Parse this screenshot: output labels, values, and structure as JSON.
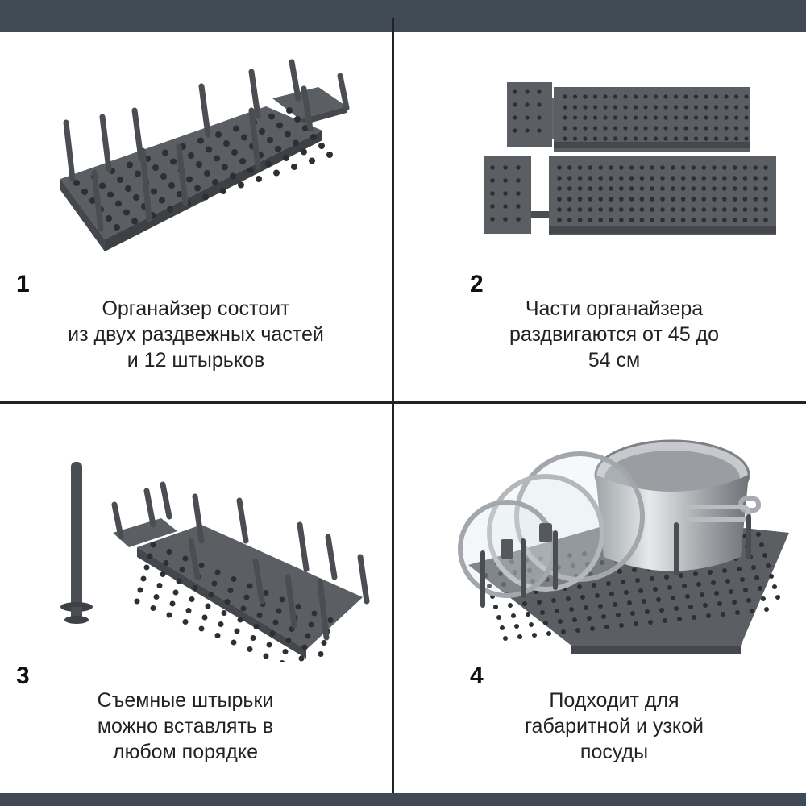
{
  "colors": {
    "bar": "#3f4a54",
    "divider": "#222222",
    "organizer": "#5b5e62",
    "organizer_dark": "#44474b",
    "hole": "#2d2f32"
  },
  "panels": [
    {
      "number": "1",
      "caption_lines": [
        "Органайзер состоит",
        "из двух раздвежных частей",
        "и 12 штырьков"
      ],
      "image_icon": "organizer-with-pegs-image"
    },
    {
      "number": "2",
      "caption_lines": [
        "Части органайзера",
        "раздвигаются от 45 до",
        "54 см"
      ],
      "image_icon": "extendable-panels-image"
    },
    {
      "number": "3",
      "caption_lines": [
        "Съемные штырьки",
        "можно вставлять в",
        "любом порядке"
      ],
      "image_icon": "removable-peg-image"
    },
    {
      "number": "4",
      "caption_lines": [
        "Подходит для",
        "габаритной и узкой",
        "посуды"
      ],
      "image_icon": "pot-and-lids-image"
    }
  ]
}
